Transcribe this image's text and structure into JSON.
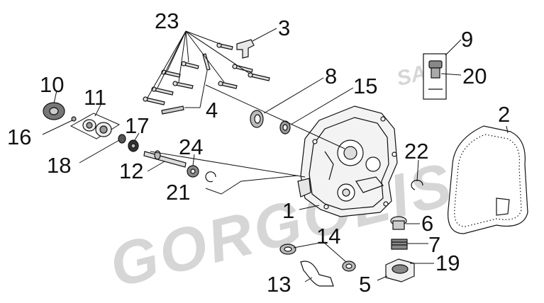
{
  "watermark": {
    "main": "GORGOLIS",
    "suffix": "SA"
  },
  "callouts": [
    {
      "id": "c23",
      "label": "23"
    },
    {
      "id": "c3",
      "label": "3"
    },
    {
      "id": "c9",
      "label": "9"
    },
    {
      "id": "c20",
      "label": "20"
    },
    {
      "id": "c8",
      "label": "8"
    },
    {
      "id": "c15",
      "label": "15"
    },
    {
      "id": "c10",
      "label": "10"
    },
    {
      "id": "c11",
      "label": "11"
    },
    {
      "id": "c16",
      "label": "16"
    },
    {
      "id": "c17",
      "label": "17"
    },
    {
      "id": "c4",
      "label": "4"
    },
    {
      "id": "c2",
      "label": "2"
    },
    {
      "id": "c18",
      "label": "18"
    },
    {
      "id": "c24",
      "label": "24"
    },
    {
      "id": "c22",
      "label": "22"
    },
    {
      "id": "c12",
      "label": "12"
    },
    {
      "id": "c21",
      "label": "21"
    },
    {
      "id": "c1",
      "label": "1"
    },
    {
      "id": "c6",
      "label": "6"
    },
    {
      "id": "c14",
      "label": "14"
    },
    {
      "id": "c7",
      "label": "7"
    },
    {
      "id": "c19",
      "label": "19"
    },
    {
      "id": "c13",
      "label": "13"
    },
    {
      "id": "c5",
      "label": "5"
    }
  ]
}
